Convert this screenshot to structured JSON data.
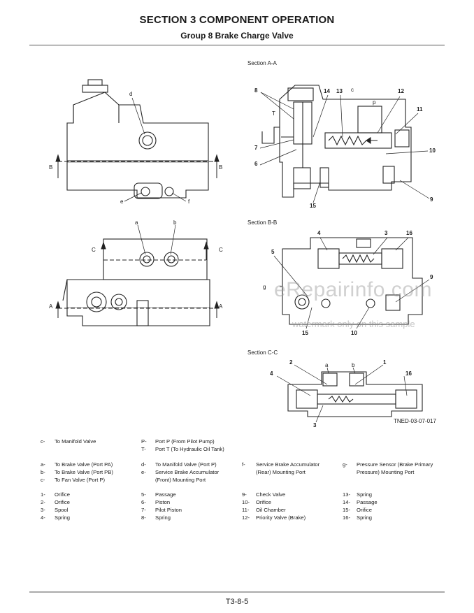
{
  "header": {
    "title": "SECTION 3 COMPONENT OPERATION",
    "subtitle": "Group 8 Brake Charge Valve"
  },
  "figures": {
    "section_aa": "Section A-A",
    "section_bb": "Section B-B",
    "section_cc": "Section C-C",
    "figure_code": "TNED-03-07-017"
  },
  "callouts_aa": [
    "8",
    "14",
    "13",
    "c",
    "12",
    "11",
    "p",
    "T",
    "7",
    "6",
    "10",
    "15",
    "9"
  ],
  "callouts_bb": [
    "4",
    "3",
    "16",
    "5",
    "9",
    "g",
    "15",
    "10"
  ],
  "callouts_cc": [
    "2",
    "a",
    "b",
    "1",
    "4",
    "16",
    "3"
  ],
  "callouts_left": [
    "d",
    "e",
    "f",
    "a",
    "b",
    "B",
    "B",
    "C",
    "C",
    "A",
    "A"
  ],
  "watermark": {
    "main": "eRepairinfo.com",
    "note": "watermark only on this sample"
  },
  "legend": {
    "ports_top": [
      {
        "k": "c-",
        "v": "To Manifold Valve"
      },
      {
        "k": "P-",
        "v": "Port P (From Pilot Pump)"
      },
      {
        "k": "T-",
        "v": "Port T (To Hydraulic Oil Tank)"
      }
    ],
    "ports": [
      {
        "k": "a-",
        "v": "To Brake Valve (Port PA)"
      },
      {
        "k": "b-",
        "v": "To Brake Valve (Port PB)"
      },
      {
        "k": "c-",
        "v": "To Fan Valve (Port P)"
      },
      {
        "k": "d-",
        "v": "To Manifold Valve (Port P)"
      },
      {
        "k": "e-",
        "v": "Service Brake Accumulator"
      },
      {
        "k": "",
        "v": "(Front) Mounting Port"
      },
      {
        "k": "f-",
        "v": "Service Brake Accumulator"
      },
      {
        "k": "",
        "v": "(Rear) Mounting Port"
      },
      {
        "k": "g-",
        "v": "Pressure Sensor (Brake Primary"
      },
      {
        "k": "",
        "v": "Pressure) Mounting Port"
      }
    ],
    "parts": [
      {
        "k": "1-",
        "v": "Orifice"
      },
      {
        "k": "2-",
        "v": "Orifice"
      },
      {
        "k": "3-",
        "v": "Spool"
      },
      {
        "k": "4-",
        "v": "Spring"
      },
      {
        "k": "5-",
        "v": "Passage"
      },
      {
        "k": "6-",
        "v": "Piston"
      },
      {
        "k": "7-",
        "v": "Pilot Piston"
      },
      {
        "k": "8-",
        "v": "Spring"
      },
      {
        "k": "9-",
        "v": "Check Valve"
      },
      {
        "k": "10-",
        "v": "Orifice"
      },
      {
        "k": "11-",
        "v": "Oil Chamber"
      },
      {
        "k": "12-",
        "v": "Priority Valve (Brake)"
      },
      {
        "k": "13-",
        "v": "Spring"
      },
      {
        "k": "14-",
        "v": "Passage"
      },
      {
        "k": "15-",
        "v": "Orifice"
      },
      {
        "k": "16-",
        "v": "Spring"
      }
    ]
  },
  "footer": {
    "page": "T3-8-5"
  }
}
